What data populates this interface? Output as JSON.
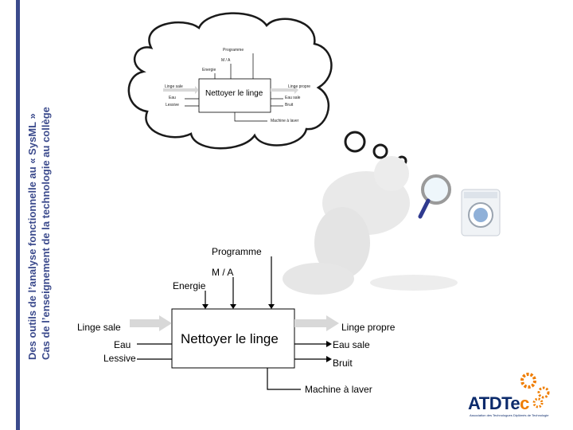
{
  "sidebar": {
    "line1": "Des outils de l’analyse fonctionnelle au « SysML »",
    "line2": "Cas de l’enseignement de la technologie au collège"
  },
  "diagram": {
    "function_title": "Nettoyer le linge",
    "inputs": [
      "Linge sale",
      "Eau",
      "Lessive"
    ],
    "outputs": [
      "Linge propre",
      "Eau sale",
      "Bruit"
    ],
    "controls": [
      "Programme",
      "M / A",
      "Energie"
    ],
    "mechanism": "Machine à laver"
  },
  "thought": {
    "function_title": "Nettoyer le linge",
    "inputs": [
      "Linge sale",
      "Eau",
      "Lessive"
    ],
    "outputs": [
      "Linge propre",
      "Eau sale",
      "Bruit"
    ],
    "controls": [
      "Programme",
      "M / A",
      "Energie"
    ],
    "mechanism": "Machine à laver"
  },
  "logo": {
    "brand_main": "ATDTe",
    "brand_accent": "c",
    "tagline": "Association des Technologues Diplômés de Technologie"
  },
  "colors": {
    "accent": "#3b4a8c",
    "arrow_fill": "#d8d8d8",
    "logo_orange": "#ef7d00",
    "logo_blue": "#0b2a6b"
  }
}
